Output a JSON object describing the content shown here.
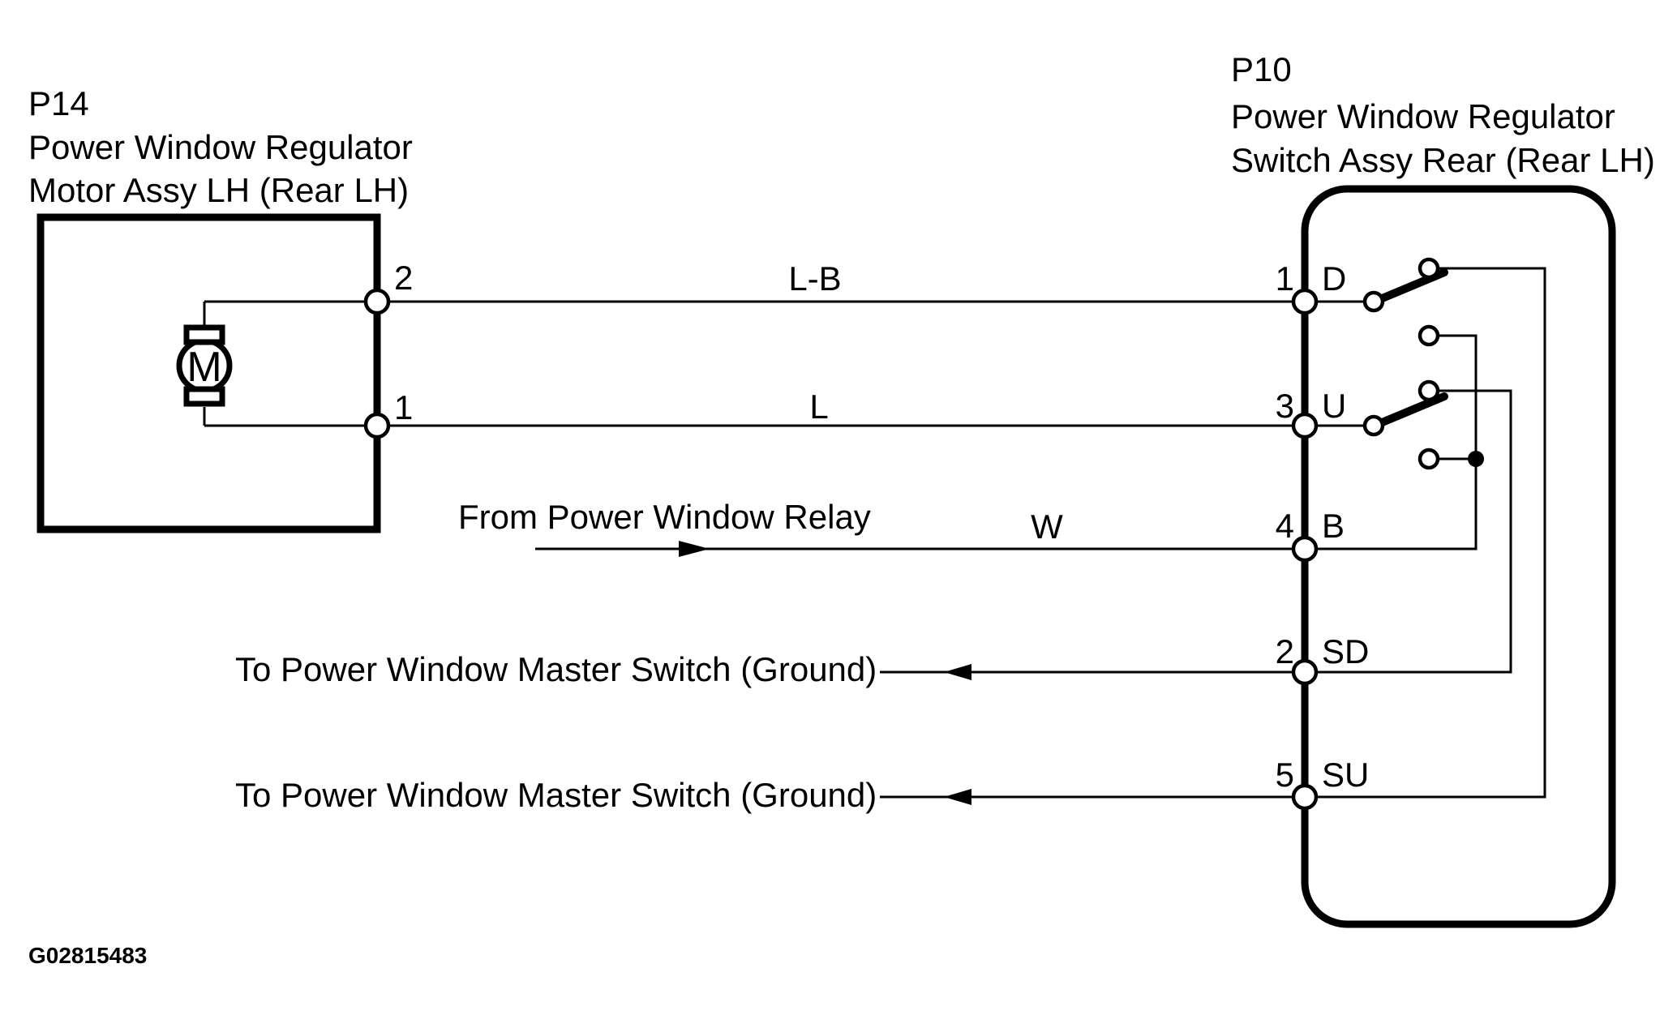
{
  "left_component": {
    "ref": "P14",
    "name_line1": "Power Window Regulator",
    "name_line2": "Motor Assy LH (Rear LH)",
    "motor_symbol": "M",
    "pins": [
      {
        "number": "2"
      },
      {
        "number": "1"
      }
    ]
  },
  "right_component": {
    "ref": "P10",
    "name_line1": "Power Window Regulator",
    "name_line2": "Switch Assy Rear (Rear LH)",
    "pins": [
      {
        "number": "1",
        "label": "D"
      },
      {
        "number": "3",
        "label": "U"
      },
      {
        "number": "4",
        "label": "B"
      },
      {
        "number": "2",
        "label": "SD"
      },
      {
        "number": "5",
        "label": "SU"
      }
    ]
  },
  "wire_labels": {
    "pin2_wire": "L-B",
    "pin1_wire": "L",
    "relay_wire": "W"
  },
  "annotations": {
    "relay_source": "From Power Window Relay",
    "ground_sd": "To Power Window Master Switch (Ground)",
    "ground_su": "To Power Window Master Switch (Ground)",
    "figure_id": "G02815483"
  },
  "colors": {
    "background": "#ffffff",
    "line": "#000000"
  }
}
